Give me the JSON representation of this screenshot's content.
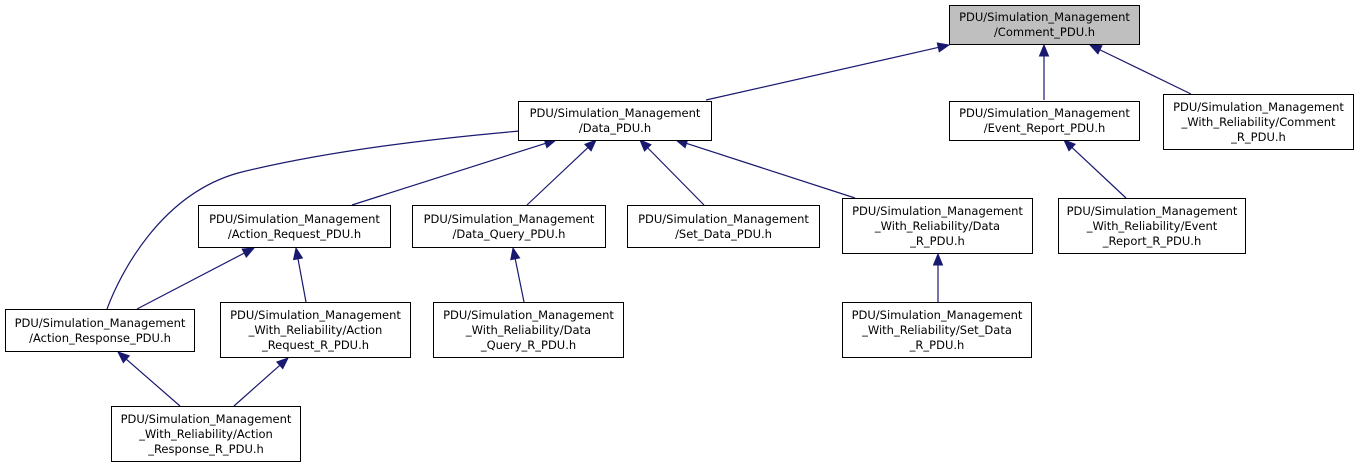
{
  "nodes": [
    {
      "id": "comment",
      "lines": [
        "PDU/Simulation_Management",
        "/Comment_PDU.h"
      ],
      "highlight": true
    },
    {
      "id": "data",
      "lines": [
        "PDU/Simulation_Management",
        "/Data_PDU.h"
      ]
    },
    {
      "id": "event_report",
      "lines": [
        "PDU/Simulation_Management",
        "/Event_Report_PDU.h"
      ]
    },
    {
      "id": "comment_r",
      "lines": [
        "PDU/Simulation_Management",
        "_With_Reliability/Comment",
        "_R_PDU.h"
      ]
    },
    {
      "id": "action_request",
      "lines": [
        "PDU/Simulation_Management",
        "/Action_Request_PDU.h"
      ]
    },
    {
      "id": "data_query",
      "lines": [
        "PDU/Simulation_Management",
        "/Data_Query_PDU.h"
      ]
    },
    {
      "id": "set_data",
      "lines": [
        "PDU/Simulation_Management",
        "/Set_Data_PDU.h"
      ]
    },
    {
      "id": "data_r",
      "lines": [
        "PDU/Simulation_Management",
        "_With_Reliability/Data",
        "_R_PDU.h"
      ]
    },
    {
      "id": "event_report_r",
      "lines": [
        "PDU/Simulation_Management",
        "_With_Reliability/Event",
        "_Report_R_PDU.h"
      ]
    },
    {
      "id": "action_response",
      "lines": [
        "PDU/Simulation_Management",
        "/Action_Response_PDU.h"
      ]
    },
    {
      "id": "action_request_r",
      "lines": [
        "PDU/Simulation_Management",
        "_With_Reliability/Action",
        "_Request_R_PDU.h"
      ]
    },
    {
      "id": "data_query_r",
      "lines": [
        "PDU/Simulation_Management",
        "_With_Reliability/Data",
        "_Query_R_PDU.h"
      ]
    },
    {
      "id": "set_data_r",
      "lines": [
        "PDU/Simulation_Management",
        "_With_Reliability/Set_Data",
        "_R_PDU.h"
      ]
    },
    {
      "id": "action_response_r",
      "lines": [
        "PDU/Simulation_Management",
        "_With_Reliability/Action",
        "_Response_R_PDU.h"
      ]
    }
  ],
  "edges": [
    {
      "from": "data",
      "to": "comment"
    },
    {
      "from": "event_report",
      "to": "comment"
    },
    {
      "from": "comment_r",
      "to": "comment"
    },
    {
      "from": "action_response",
      "to": "data"
    },
    {
      "from": "action_request",
      "to": "data"
    },
    {
      "from": "data_query",
      "to": "data"
    },
    {
      "from": "set_data",
      "to": "data"
    },
    {
      "from": "data_r",
      "to": "data"
    },
    {
      "from": "event_report_r",
      "to": "event_report"
    },
    {
      "from": "action_response",
      "to": "action_request"
    },
    {
      "from": "action_request_r",
      "to": "action_request"
    },
    {
      "from": "data_query_r",
      "to": "data_query"
    },
    {
      "from": "set_data_r",
      "to": "data_r"
    },
    {
      "from": "action_response_r",
      "to": "action_response"
    },
    {
      "from": "action_response_r",
      "to": "action_request_r"
    }
  ],
  "colors": {
    "edge": "#191970",
    "highlight_fill": "#bfbfbf",
    "node_fill": "#ffffff",
    "border": "#000000"
  }
}
